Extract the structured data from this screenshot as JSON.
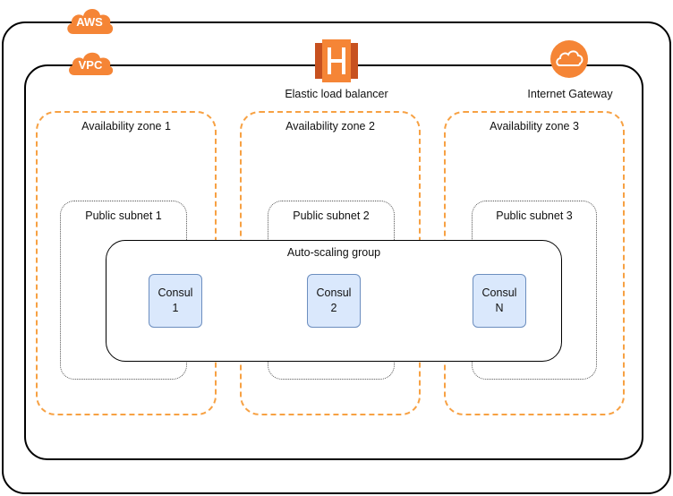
{
  "aws": {
    "label": "AWS"
  },
  "vpc": {
    "label": "VPC"
  },
  "elb": {
    "label": "Elastic load balancer",
    "icon": "load-balancer-icon"
  },
  "igw": {
    "label": "Internet Gateway",
    "icon": "cloud-icon"
  },
  "zones": [
    {
      "label": "Availability zone 1",
      "subnet": "Public subnet 1"
    },
    {
      "label": "Availability zone 2",
      "subnet": "Public subnet 2"
    },
    {
      "label": "Availability zone 3",
      "subnet": "Public subnet 3"
    }
  ],
  "asg": {
    "label": "Auto-scaling group"
  },
  "nodes": [
    {
      "line1": "Consul",
      "line2": "1"
    },
    {
      "line1": "Consul",
      "line2": "2"
    },
    {
      "line1": "Consul",
      "line2": "N"
    }
  ],
  "colors": {
    "aws_orange": "#f58536",
    "zone_border": "#f7a143",
    "node_fill": "#dae8fc",
    "node_border": "#6c8ebf"
  }
}
